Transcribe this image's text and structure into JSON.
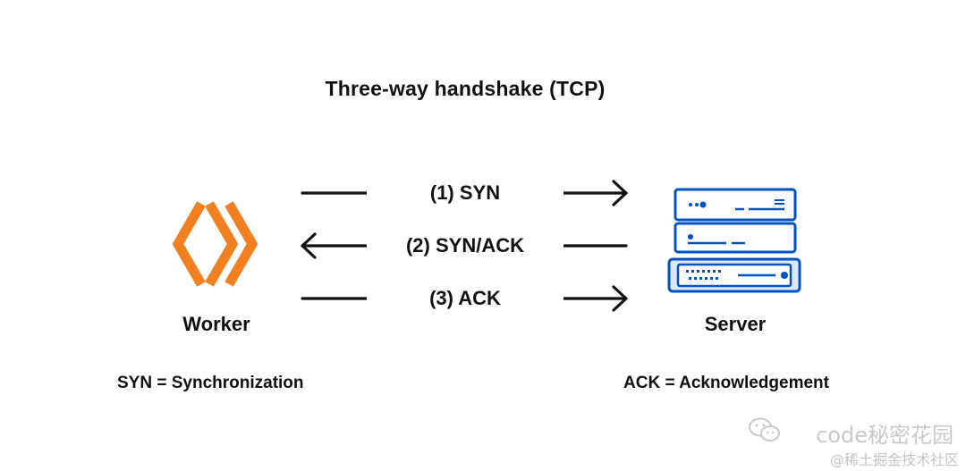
{
  "title": "Three-way handshake (TCP)",
  "nodes": {
    "client": {
      "label": "Worker"
    },
    "server": {
      "label": "Server"
    }
  },
  "messages": [
    {
      "label": "(1) SYN",
      "direction": "client-to-server"
    },
    {
      "label": "(2) SYN/ACK",
      "direction": "server-to-client"
    },
    {
      "label": "(3) ACK",
      "direction": "client-to-server"
    }
  ],
  "legend": {
    "syn": "SYN = Synchronization",
    "ack": "ACK = Acknowledgement"
  },
  "watermark": {
    "main": "code秘密花园",
    "sub": "@稀土掘金技术社区"
  },
  "colors": {
    "worker_logo": "#f38020",
    "server_blue": "#0051c3",
    "server_fill": "#ffffff",
    "arrow": "#111111",
    "watermark": "#c9c9c9"
  },
  "icons": {
    "client": "cloudflare-workers-icon",
    "server": "server-rack-icon",
    "watermark": "wechat-icon"
  }
}
